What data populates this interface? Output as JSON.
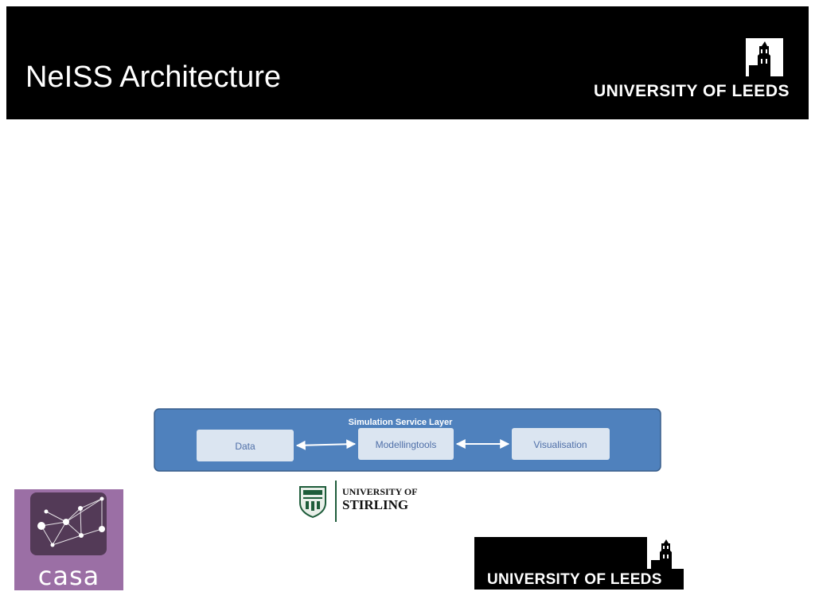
{
  "slide": {
    "title": "NeISS Architecture",
    "header_logo_text": "UNIVERSITY OF LEEDS"
  },
  "diagram": {
    "layer_label": "Simulation Service Layer",
    "components": [
      "Data",
      "Modellingtools",
      "Visualisation"
    ],
    "colors": {
      "outer": "#4f81bd",
      "box": "#dbe5f1",
      "text": "#4f6fa8"
    }
  },
  "logos": {
    "stirling_line1": "UNIVERSITY OF",
    "stirling_line2": "STIRLING",
    "casa_text": "casa",
    "leeds_footer_text": "UNIVERSITY OF LEEDS"
  }
}
